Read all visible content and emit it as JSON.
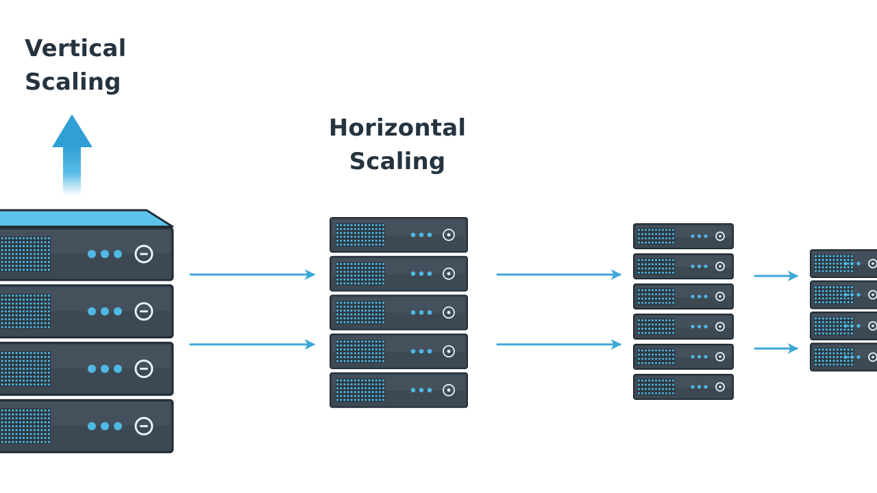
{
  "headings": {
    "vertical": {
      "line1": "Vertical",
      "line2": "Scaling"
    },
    "horizontal": {
      "line1": "Horizontal",
      "line2": "Scaling"
    }
  },
  "colors": {
    "server_body": "#3c4852",
    "server_face": "#4a5864",
    "server_outline": "#222c35",
    "accent_blue": "#4fb8e3",
    "arrow_blue": "#3aa7d8",
    "text_dark": "#263440"
  },
  "icons": {
    "scale_up": "arrow-up-icon",
    "scale_out": "arrow-right-icon",
    "server": "server-rack-icon",
    "power": "power-button-icon"
  },
  "groups": [
    {
      "name": "vertical-scaling-stack",
      "server_count": 4
    },
    {
      "name": "horizontal-stack-1",
      "server_count": 5
    },
    {
      "name": "horizontal-stack-2",
      "server_count": 6
    },
    {
      "name": "horizontal-stack-3",
      "server_count": 4
    }
  ]
}
